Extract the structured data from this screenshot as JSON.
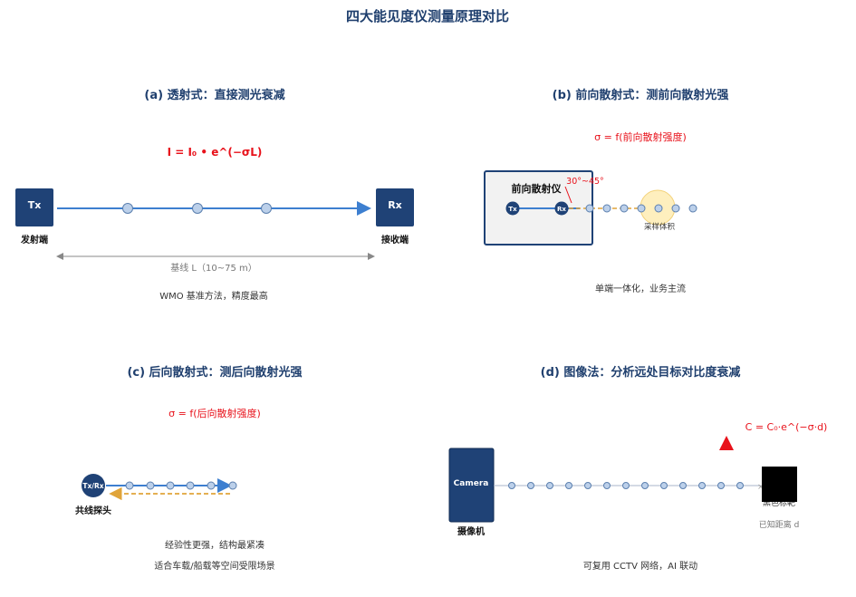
{
  "title": "四大能见度仪测量原理对比",
  "colors": {
    "title": "#1f3f6e",
    "device": "#1f4276",
    "beam": "#3d7fd0",
    "particle_fill": "#bcd0ea",
    "particle_stroke": "#5b7fae",
    "formula": "#e8121b",
    "back_scatter": "#e0a43a",
    "sample_volume": "#fde9a8",
    "target": "#000000"
  },
  "panels": {
    "a": {
      "title": "(a) 透射式：直接测光衰减",
      "formula": "I = I₀ • e^(−σL)",
      "tx_label": "Tx",
      "tx_caption": "发射端",
      "rx_label": "Rx",
      "rx_caption": "接收端",
      "baseline": "基线 L（10~75 m）",
      "note": "WMO 基准方法，精度最高"
    },
    "b": {
      "title": "(b) 前向散射式：测前向散射光强",
      "formula": "σ = f(前向散射强度)",
      "device_label": "前向散射仪",
      "tx_label": "Tx",
      "rx_label": "Rx",
      "angle": "30°~45°",
      "sample_label": "采样体积",
      "note": "单端一体化，业务主流"
    },
    "c": {
      "title": "(c) 后向散射式：测后向散射光强",
      "formula": "σ = f(后向散射强度)",
      "probe_label": "Tx/Rx",
      "probe_caption": "共线探头",
      "note1": "经验性更强，结构最紧凑",
      "note2": "适合车载/船载等空间受限场景"
    },
    "d": {
      "title": "(d) 图像法：分析远处目标对比度衰减",
      "formula": "C = C₀·e^(−σ·d)",
      "camera_label": "Camera",
      "camera_caption": "摄像机",
      "target_label": "黑色标靶",
      "distance": "已知距离 d",
      "note": "可复用 CCTV 网络，AI 联动"
    }
  }
}
